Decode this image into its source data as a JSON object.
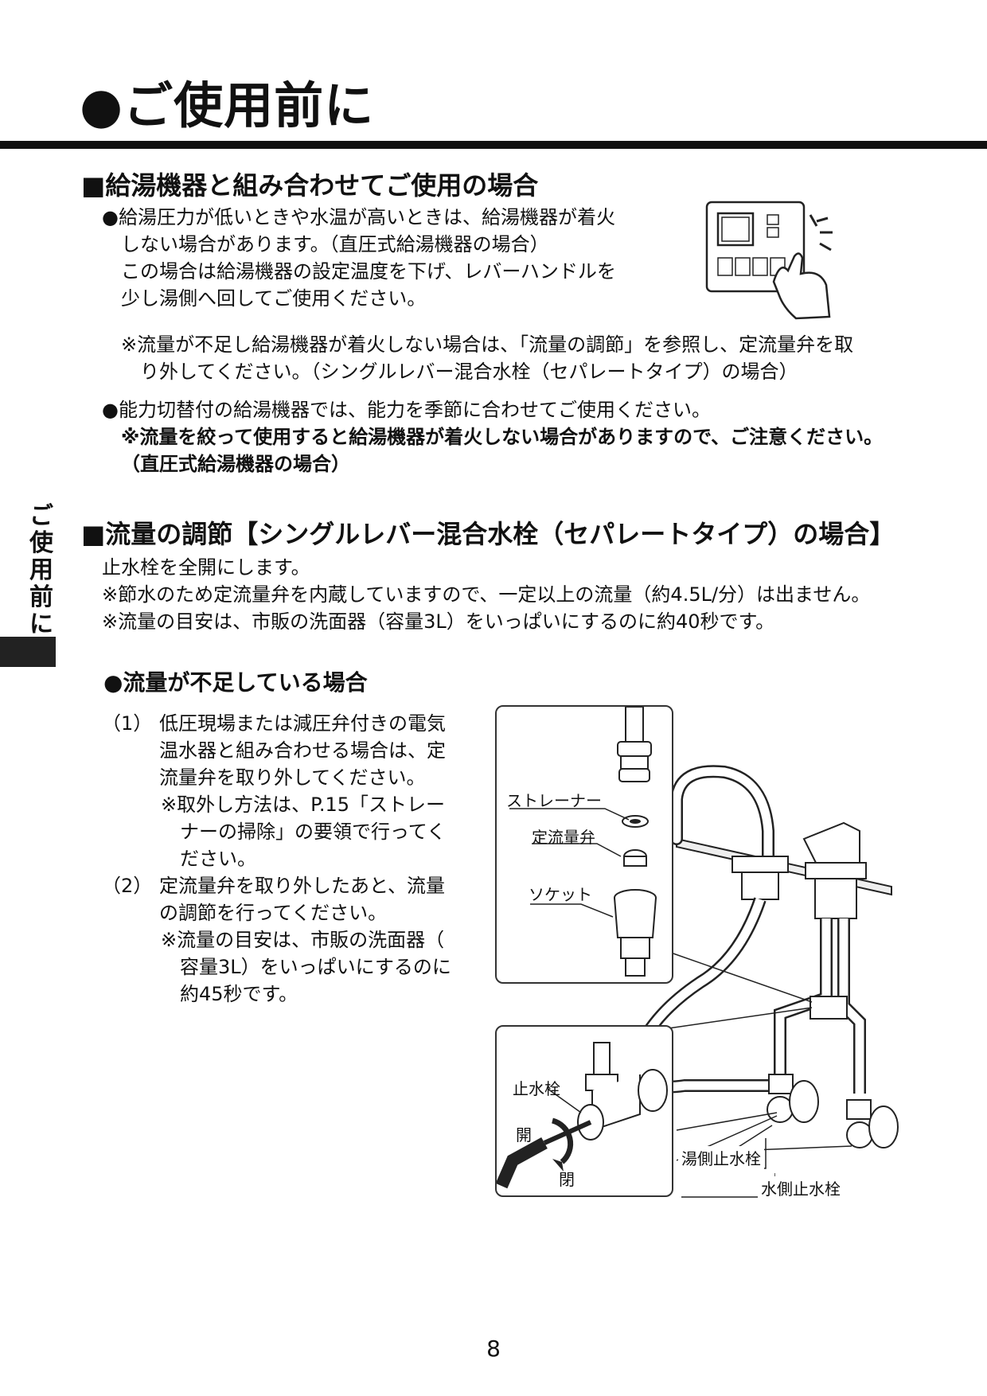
{
  "page_title": "●ご使用前に",
  "side_tab": [
    "ご",
    "使",
    "用",
    "前",
    "に"
  ],
  "section1": {
    "heading": "■給湯機器と組み合わせてご使用の場合",
    "p1": [
      "●給湯圧力が低いときや水温が高いときは、給湯機器が着火",
      "しない場合があります。（直圧式給湯機器の場合）",
      "この場合は給湯機器の設定温度を下げ、レバーハンドルを",
      "少し湯側へ回してご使用ください。"
    ],
    "note1": [
      "※流量が不足し給湯機器が着火しない場合は、「流量の調節」を参照し、定流量弁を取",
      "り外してください。（シングルレバー混合水栓（セパレートタイプ）の場合）"
    ],
    "p2": "●能力切替付の給湯機器では、能力を季節に合わせてご使用ください。",
    "note2": [
      "※流量を絞って使用すると給湯機器が着火しない場合がありますので、ご注意ください。",
      "（直圧式給湯機器の場合）"
    ]
  },
  "section2": {
    "heading": "■流量の調節【シングルレバー混合水栓（セパレートタイプ）の場合】",
    "lines": [
      "止水栓を全開にします。",
      "※節水のため定流量弁を内蔵していますので、一定以上の流量（約4.5L/分）は出ません。",
      "※流量の目安は、市販の洗面器（容量3L）をいっぱいにするのに約40秒です。"
    ]
  },
  "subsection": {
    "heading": "●流量が不足している場合",
    "step1_num": "（1）",
    "step1": [
      "低圧現場または減圧弁付きの電気",
      "温水器と組み合わせる場合は、定",
      "流量弁を取り外してください。",
      "※取外し方法は、P.15「ストレー",
      "ナーの掃除」の要領で行ってく",
      "ださい。"
    ],
    "step2_num": "（2）",
    "step2": [
      "定流量弁を取り外したあと、流量",
      "の調節を行ってください。",
      "※流量の目安は、市販の洗面器（",
      "容量3L）をいっぱいにするのに",
      "約45秒です。"
    ]
  },
  "diagram_labels": {
    "strainer": "ストレーナー",
    "flow_valve": "定流量弁",
    "socket": "ソケット",
    "stop_valve": "止水栓",
    "open": "開",
    "close": "閉",
    "hot_stop_valve": "湯側止水栓",
    "cold_stop_valve": "水側止水栓"
  },
  "page_number": "8"
}
